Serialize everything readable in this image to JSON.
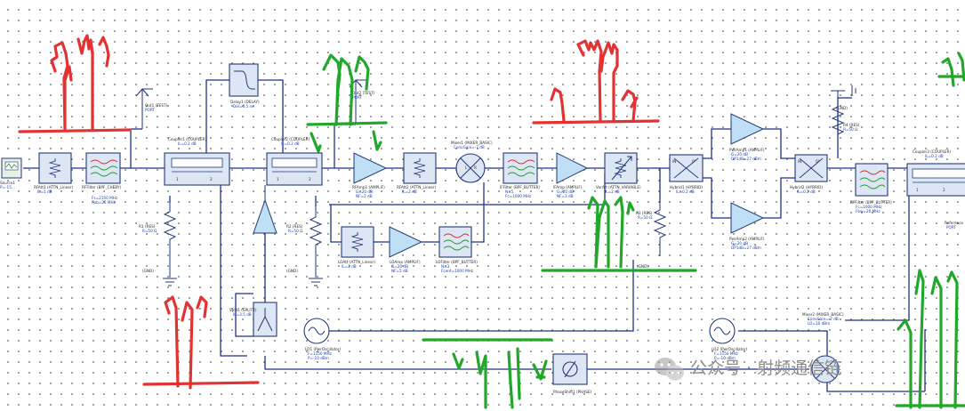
{
  "components": {
    "source": {
      "name": "Source1",
      "sub": "P=-15..."
    },
    "atten1": {
      "name": "RFAtt1 (ATTN_Linear)",
      "sub": "IL=1 dB"
    },
    "filter1": {
      "name": "RFFilter (BPF_CHEBY)",
      "sub1": "Fs=2150 MHz",
      "sub2": "Fpb=25 MHz"
    },
    "out1": {
      "name": "Out1 (TEST)",
      "sub": "PORT"
    },
    "coupler1": {
      "name": "Coupler1 (COUPLER)",
      "sub": "IL=0.2 dB"
    },
    "delay1": {
      "name": "Delay1 (DELAY)",
      "sub": "Del=0.5 ns"
    },
    "coupler2": {
      "name": "Coupler2 (COUPLER)",
      "sub": "IL=0.2 dB"
    },
    "out2": {
      "name": "Out2 (TEST)",
      "sub": "PORT"
    },
    "res1": {
      "name": "R1 (RES)",
      "sub": "R=50 Ω"
    },
    "gnd1": {
      "name": "(GND)"
    },
    "res2": {
      "name": "R2 (RES)",
      "sub": "R=50 Ω"
    },
    "gnd2": {
      "name": "(GND)"
    },
    "splitter": {
      "name": "Split1 (SPLIT2)",
      "sub": "IL=3.5 dB"
    },
    "rfamp1": {
      "name": "RFAmp1 (AMPLIF)",
      "sub1": "G=20 dB",
      "sub2": "NF=2 dB"
    },
    "rfatt2": {
      "name": "RFAtt2 (ATTN_Linear)",
      "sub": "IL=2 dB"
    },
    "mixer1": {
      "name": "Mixer1 (MIXER_BASIC)",
      "sub": "ConvGain=-7 dB"
    },
    "iffilter": {
      "name": "IFFilter (BPF_BUTTER)",
      "sub1": "N=5",
      "sub2": "Fc=1000 MHz"
    },
    "ifamp": {
      "name": "IFAmp (AMPLIF)",
      "sub1": "G=20 dB",
      "sub2": "NF=3 dB"
    },
    "vatt": {
      "name": "VarAtt (ATTN_VARIABLE)",
      "sub": "IL=2 dB"
    },
    "ldatt": {
      "name": "LOAtt (ATTN_Linear)",
      "sub": "IL=2 dB"
    },
    "loamp": {
      "name": "LOAmp (AMPLIF)",
      "sub1": "G=20 dB",
      "sub2": "NF=5 dB"
    },
    "lofilter": {
      "name": "LOFilter (BPF_BUTTER)",
      "sub1": "N=3",
      "sub2": "Fcent=1000 MHz"
    },
    "res3": {
      "name": "R3 (RES)",
      "sub": "R=50 Ω"
    },
    "gnd3": {
      "name": "(GND)"
    },
    "hybrid1": {
      "name": "Hybrid1 (HYBRID)",
      "sub": "IL=0.2 dB"
    },
    "pa1": {
      "name": "PwrAmp1 (AMPLIF)",
      "sub1": "G=20 dB",
      "sub2": "OP1dB=27 dBm"
    },
    "pa2": {
      "name": "PwrAmp2 (AMPLIF)",
      "sub1": "G=20 dB",
      "sub2": "OP1dB=27 dBm"
    },
    "hybrid2": {
      "name": "Hybrid2 (HYBRID)",
      "sub": "IL=0.2 dB"
    },
    "res4": {
      "name": "R4 (RES)",
      "sub": "R=50 Ω"
    },
    "gnd4": {
      "name": "(GND)"
    },
    "bpf_out": {
      "name": "BPFilter (BPF_BUTTER)",
      "sub1": "Fc=1000 MHz",
      "sub2": "Fbw=20 MHz"
    },
    "coupler3": {
      "name": "Coupler3 (COUPLER)",
      "sub": "IL=0.2 dB"
    },
    "ref": {
      "name": "Reference",
      "sub": "PORT"
    },
    "lo1": {
      "name": "LO1 (PwrOscillator)",
      "sub1": "F=1150 MHz",
      "sub2": "P=-10 dBm"
    },
    "lo2": {
      "name": "LO2 (PwrOscillator)",
      "sub1": "F=1150 MHz",
      "sub2": "P=-10 dBm"
    },
    "phase": {
      "name": "PhaseShift1 (PHASE)"
    },
    "mixer2": {
      "name": "Mixer2 (MIXER_BASIC)",
      "sub1": "ConvGain=-7 dB",
      "sub2": "LO=10 dBm"
    }
  },
  "watermark": {
    "icon": "wechat-icon",
    "text": "公众号 · 射频通信链"
  },
  "colors": {
    "wire": "#1f2f8a",
    "block_fill": "#dce6f4",
    "amp_fill": "#bfe0f4",
    "red_markup": "#e23232",
    "green_markup": "#21a82b"
  }
}
